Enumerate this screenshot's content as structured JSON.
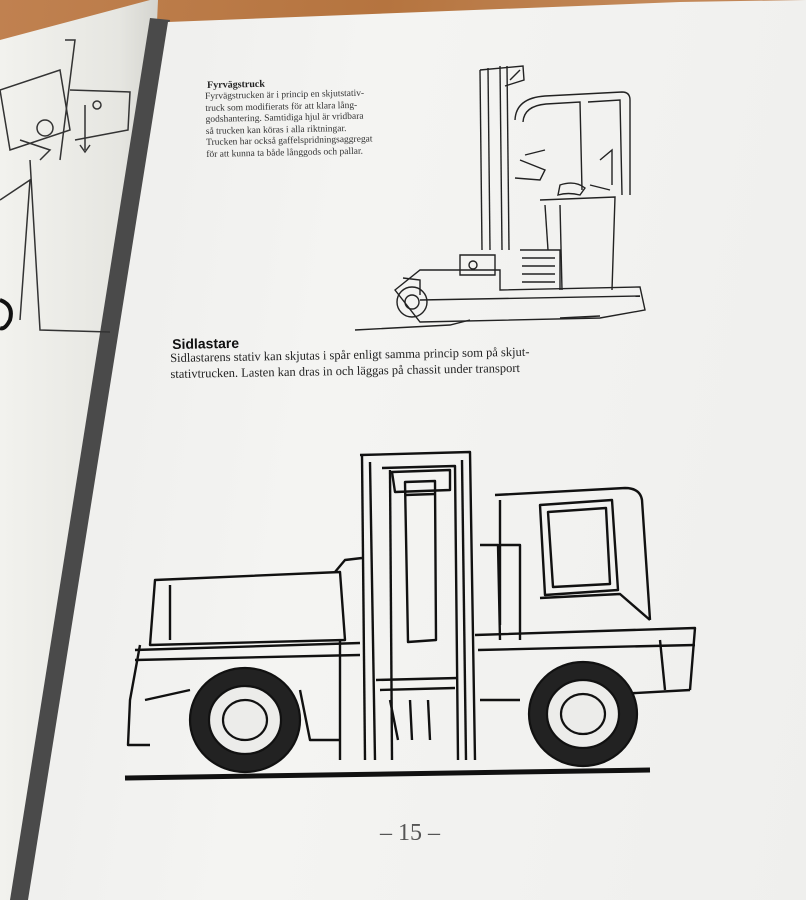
{
  "document": {
    "section1": {
      "title": "Fyrvägstruck",
      "text": "Fyrvägstrucken är i princip en skjutstativ-\ntruck som modifierats för att klara lång-\ngodshantering. Samtidiga hjul är vridbara\nså trucken kan köras i alla riktningar.\nTrucken har också gaffelspridningsaggregat\nför att kunna ta både långgods och pallar."
    },
    "section2": {
      "title": "Sidlastare",
      "text": "Sidlastarens stativ kan skjutas i spår enligt samma princip som på skjut-\nstativtrucken. Lasten kan dras in och läggas på chassit under transport"
    },
    "page_number": "– 15 –"
  }
}
